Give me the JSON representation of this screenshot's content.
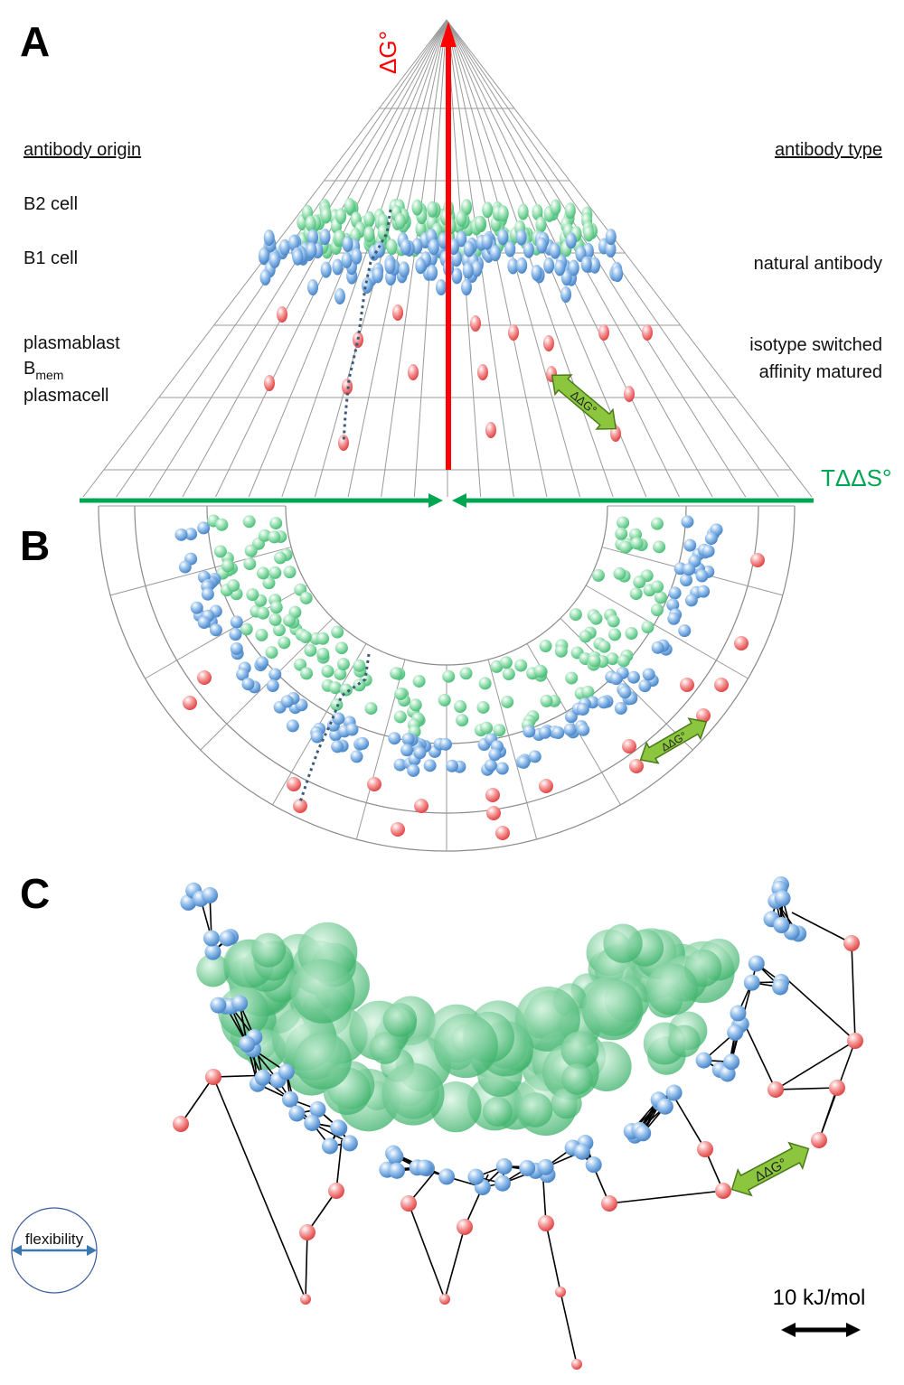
{
  "panels": {
    "a": "A",
    "b": "B",
    "c": "C"
  },
  "axes": {
    "free_energy": "ΔG°",
    "entropy": "TΔΔS°",
    "ddg": "ΔΔG°"
  },
  "left": {
    "heading": "antibody origin",
    "b2": "B2 cell",
    "b1": "B1 cell",
    "plasmablast": "plasmablast",
    "bmem": "B",
    "bmem_sub": "mem",
    "plasmacell": "plasmacell"
  },
  "right": {
    "heading": "antibody type",
    "natural": "natural antibody",
    "switched": "isotype switched",
    "matured": "affinity matured"
  },
  "legend": {
    "flexibility": "flexibility",
    "scale": "10 kJ/mol"
  },
  "colors": {
    "green": "#7fd6a0",
    "blue": "#6fa8dc",
    "red": "#f47a7a",
    "arrow_red": "#ff0000",
    "arrow_green": "#00a651",
    "ddg_arrow": "#8cc63f"
  }
}
